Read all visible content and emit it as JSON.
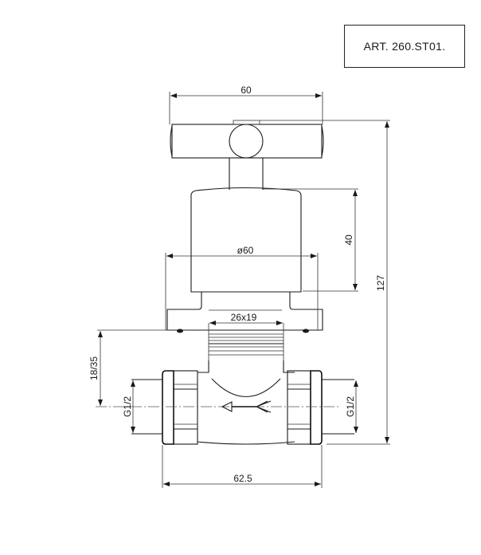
{
  "title_block": {
    "article_label": "ART.  260.ST01."
  },
  "dimensions": {
    "handle_width": "60",
    "cap_diameter": "ø60",
    "cap_height": "40",
    "overall_height": "127",
    "spindle": "26x19",
    "embed_depth": "18/35",
    "thread_left": "G1/2",
    "thread_right": "G1/2",
    "body_length": "62.5"
  },
  "colors": {
    "line": "#1a1a1a",
    "background": "#ffffff"
  }
}
